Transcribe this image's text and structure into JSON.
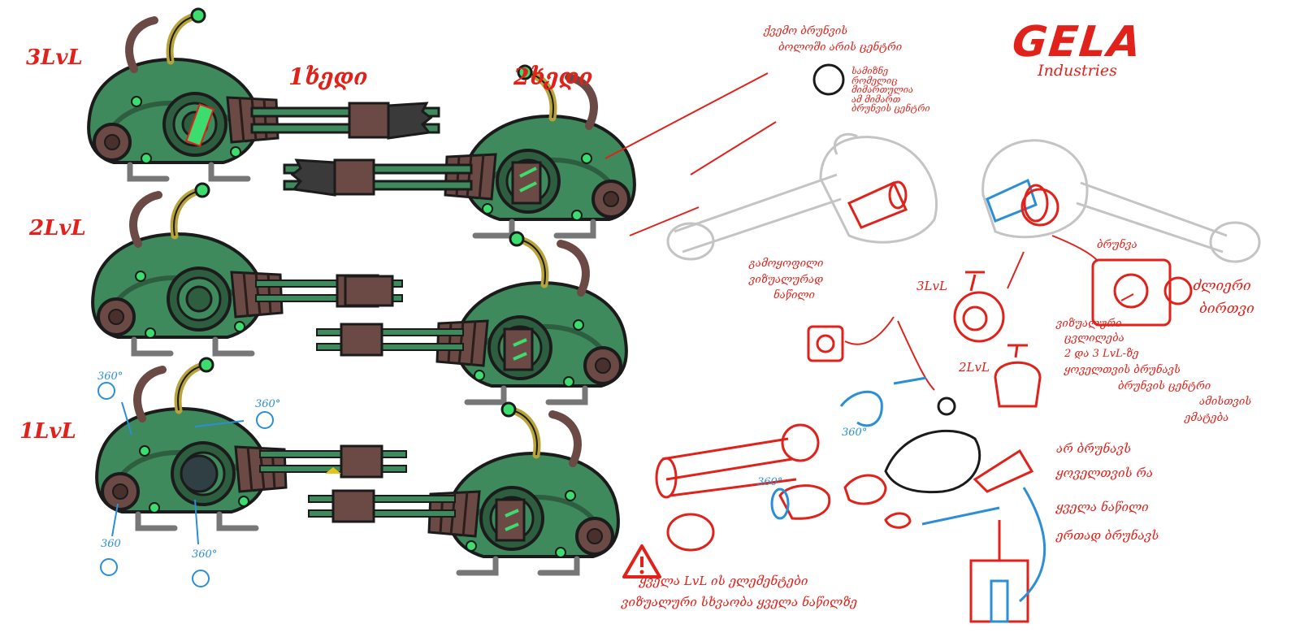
{
  "logo": {
    "title": "GELA",
    "subtitle": "Industries"
  },
  "levels": {
    "l3": "3LvL",
    "l2": "2LvL",
    "l1": "1LvL"
  },
  "views": {
    "side1": "1ხედი",
    "side2": "2ხედი"
  },
  "rotation_labels": {
    "a": "360°",
    "b": "360°",
    "c": "360",
    "d": "360°",
    "e": "360°",
    "f": "360°"
  },
  "notes": {
    "top_title_1": "ქვემო ბრუნვის",
    "top_title_2": "ბოლოში არის ცენტრი",
    "circle_note_1": "სამიზნე",
    "circle_note_2": "რომელიც",
    "circle_note_3": "მიმართულია",
    "circle_note_4": "ამ მიმართ",
    "circle_note_5": "ბრუნვის ცენტრი",
    "mid_left_1": "გამოყოფილი",
    "mid_left_2": "ვიზუალურად",
    "mid_left_3": "ნაწილი",
    "lvl3_side": "3LvL",
    "lvl2_side": "2LvL",
    "part_label": "ბრუნვა",
    "right_side_1": "ძლიერი",
    "right_side_2": "ბირთვი",
    "right_block_1": "ვიზუალური",
    "right_block_2": "ცვლილება",
    "right_block_3": "2 და 3 LvL-ზე",
    "right_block_4": "ყოველთვის ბრუნავს",
    "right_block_5": "ბრუნვის ცენტრი",
    "right_block_6": "ამისთვის",
    "right_block_7": "ემატება",
    "bottom_right_1": "არ ბრუნავს",
    "bottom_right_2": "ყოველთვის რა",
    "bottom_right_3": "ყველა ნაწილი",
    "bottom_right_4": "ერთად ბრუნავს",
    "warning_1": "ყველა LvL ის ელემენტები",
    "warning_2": "ვიზუალური სხვაობა ყველა ნაწილზე"
  },
  "colors": {
    "red_ink": "#e0221b",
    "blue_ink": "#2a8fd6",
    "body_green": "#3f8a5c",
    "body_dark": "#2e5e40",
    "metal": "#6b4a45",
    "pipe_yellow": "#b8a33a",
    "glow": "#3ddc6e",
    "sketch_grey": "#c4c4c4"
  }
}
